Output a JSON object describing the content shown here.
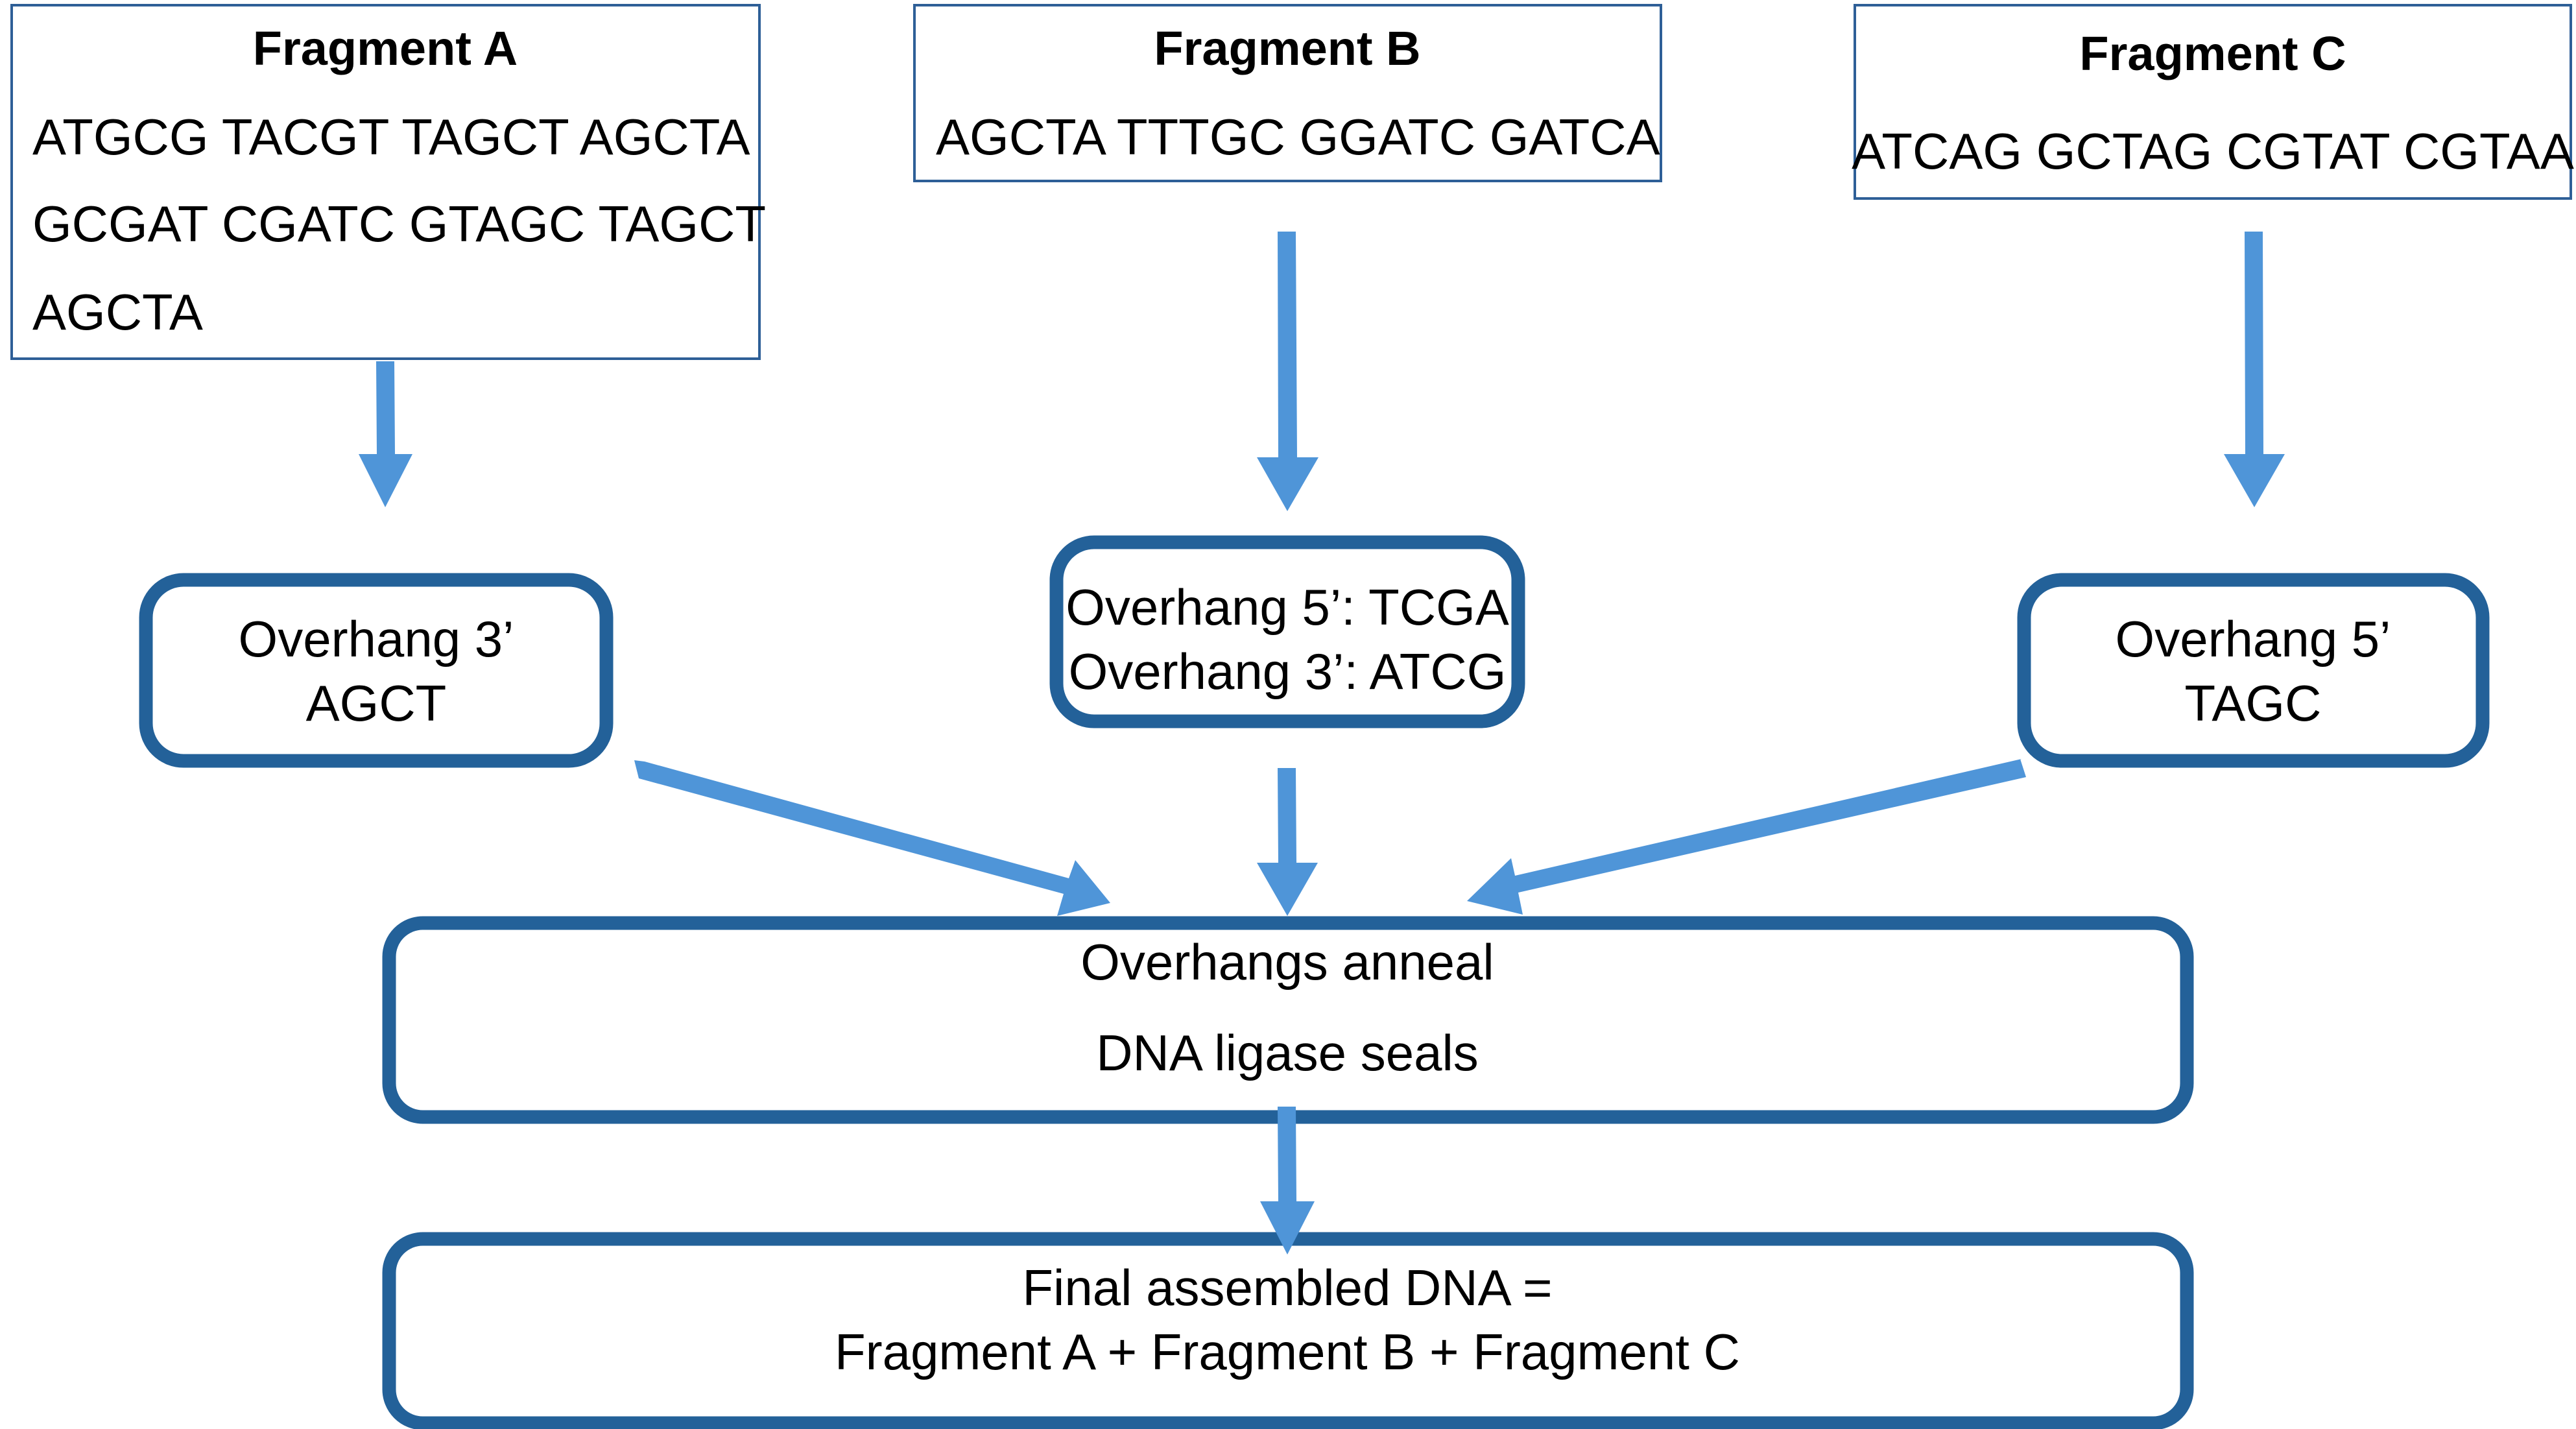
{
  "diagram": {
    "type": "flowchart",
    "description_colors": {
      "box_border": "#236199",
      "fragment_box_border": "#2e5f97",
      "arrow_fill": "#4f95d8",
      "text": "#000000",
      "background": "#ffffff"
    },
    "fragments": [
      {
        "title": "Fragment A",
        "sequence_lines": [
          "ATGCG TACGT TAGCT AGCTA",
          "GCGAT CGATC GTAGC TAGCT",
          "AGCTA"
        ]
      },
      {
        "title": "Fragment B",
        "sequence_lines": [
          "AGCTA TTTGC GGATC GATCA"
        ]
      },
      {
        "title": "Fragment C",
        "sequence_lines": [
          "ATCAG GCTAG CGTAT CGTAA"
        ]
      }
    ],
    "overhangs": [
      {
        "lines": [
          "Overhang 3’",
          "AGCT"
        ]
      },
      {
        "lines": [
          "Overhang 5’: TCGA",
          "Overhang 3’: ATCG"
        ]
      },
      {
        "lines": [
          "Overhang 5’",
          "TAGC"
        ]
      }
    ],
    "anneal_step": {
      "lines": [
        "Overhangs anneal",
        "DNA ligase seals"
      ]
    },
    "result": {
      "lines": [
        "Final assembled DNA =",
        "Fragment A + Fragment B + Fragment C"
      ]
    },
    "connections": [
      {
        "from": "Fragment A",
        "to": "Overhang A"
      },
      {
        "from": "Fragment B",
        "to": "Overhang B"
      },
      {
        "from": "Fragment C",
        "to": "Overhang C"
      },
      {
        "from": "Overhang A",
        "to": "Anneal step"
      },
      {
        "from": "Overhang B",
        "to": "Anneal step"
      },
      {
        "from": "Overhang C",
        "to": "Anneal step"
      },
      {
        "from": "Anneal step",
        "to": "Final assembled DNA"
      }
    ]
  }
}
